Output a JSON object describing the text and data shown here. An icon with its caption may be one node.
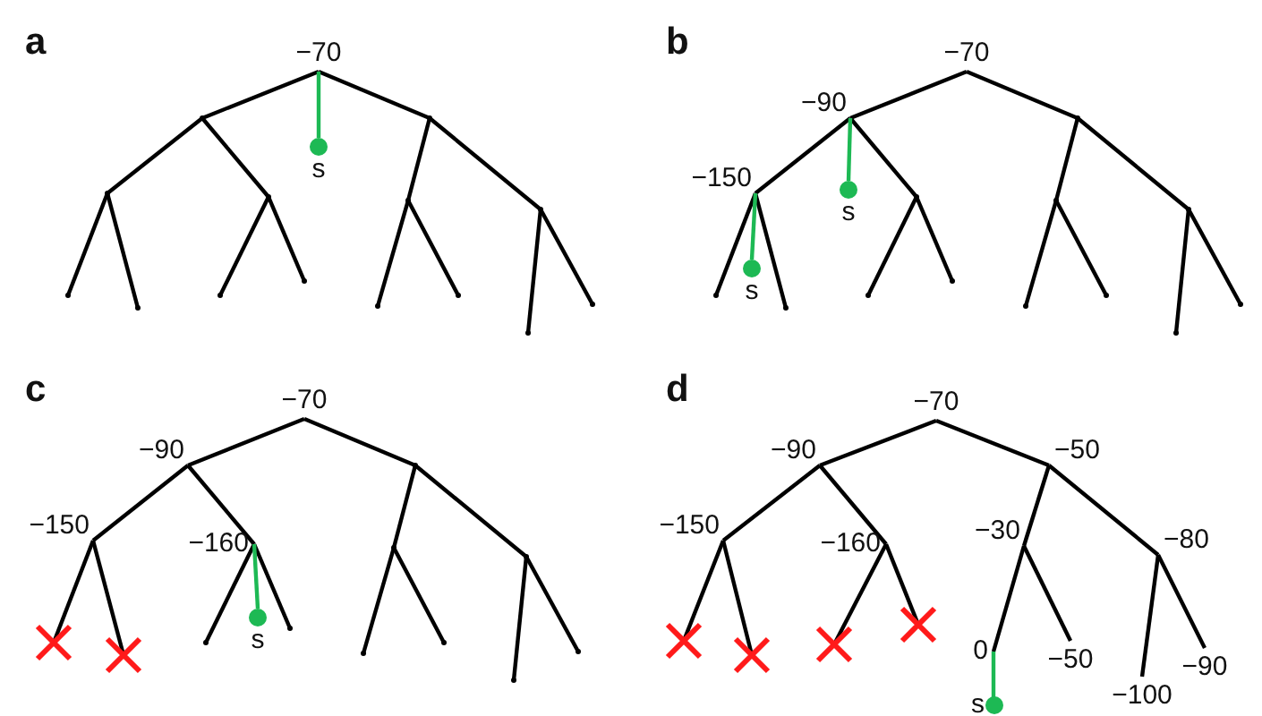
{
  "diagram": {
    "nodes": [
      {
        "text": [
          "−70"
        ]
      },
      {
        "text": [],
        "shape": "point"
      },
      {
        "text": [],
        "shape": "point"
      },
      {
        "text": [],
        "shape": "point"
      },
      {
        "text": [],
        "shape": "point"
      },
      {
        "text": [],
        "shape": "point"
      },
      {
        "text": [],
        "shape": "point"
      },
      {
        "text": [],
        "shape": "point"
      },
      {
        "text": [],
        "shape": "point"
      },
      {
        "text": [],
        "shape": "point"
      },
      {
        "text": [],
        "shape": "point"
      },
      {
        "text": [],
        "shape": "point"
      },
      {
        "text": [],
        "shape": "point"
      },
      {
        "text": [],
        "shape": "point"
      },
      {
        "text": [],
        "shape": "point"
      },
      {
        "text": [
          "s"
        ]
      },
      {
        "text": [
          "−70"
        ]
      },
      {
        "text": [
          "−90"
        ]
      },
      {
        "text": [],
        "shape": "point"
      },
      {
        "text": [
          "−150"
        ]
      },
      {
        "text": [],
        "shape": "point"
      },
      {
        "text": [],
        "shape": "point"
      },
      {
        "text": [],
        "shape": "point"
      },
      {
        "text": [],
        "shape": "point"
      },
      {
        "text": [],
        "shape": "point"
      },
      {
        "text": [],
        "shape": "point"
      },
      {
        "text": [],
        "shape": "point"
      },
      {
        "text": [],
        "shape": "point"
      },
      {
        "text": [],
        "shape": "point"
      },
      {
        "text": [],
        "shape": "point"
      },
      {
        "text": [],
        "shape": "point"
      },
      {
        "text": [
          "s"
        ]
      },
      {
        "text": [
          "s"
        ]
      },
      {
        "text": [
          "−70"
        ]
      },
      {
        "text": [
          "−90"
        ]
      },
      {
        "text": [],
        "shape": "point"
      },
      {
        "text": [
          "−150"
        ]
      },
      {
        "text": [
          "−160"
        ]
      },
      {
        "text": [],
        "shape": "point"
      },
      {
        "text": [],
        "shape": "point"
      },
      {
        "text": [],
        "shape": "cross"
      },
      {
        "text": [],
        "shape": "cross"
      },
      {
        "text": [],
        "shape": "point"
      },
      {
        "text": [],
        "shape": "point"
      },
      {
        "text": [],
        "shape": "point"
      },
      {
        "text": [],
        "shape": "point"
      },
      {
        "text": [],
        "shape": "point"
      },
      {
        "text": [],
        "shape": "point"
      },
      {
        "text": [
          "s"
        ]
      },
      {
        "text": [
          "−70"
        ]
      },
      {
        "text": [
          "−90"
        ]
      },
      {
        "text": [
          "−50"
        ]
      },
      {
        "text": [
          "−150"
        ]
      },
      {
        "text": [
          "−160"
        ]
      },
      {
        "text": [
          "−30"
        ]
      },
      {
        "text": [
          "−80"
        ]
      },
      {
        "text": [],
        "shape": "cross"
      },
      {
        "text": [],
        "shape": "cross"
      },
      {
        "text": [],
        "shape": "cross"
      },
      {
        "text": [],
        "shape": "cross"
      },
      {
        "text": [
          "0"
        ]
      },
      {
        "text": [
          "−50"
        ]
      },
      {
        "text": [
          "−100"
        ]
      },
      {
        "text": [
          "−90"
        ]
      },
      {
        "text": [
          "s"
        ]
      }
    ],
    "edges": [
      {
        "from": 0,
        "to": 1,
        "arrow": "none"
      },
      {
        "from": 0,
        "to": 2,
        "arrow": "none"
      },
      {
        "from": 1,
        "to": 3,
        "arrow": "none"
      },
      {
        "from": 1,
        "to": 4,
        "arrow": "none"
      },
      {
        "from": 2,
        "to": 5,
        "arrow": "none"
      },
      {
        "from": 2,
        "to": 6,
        "arrow": "none"
      },
      {
        "from": 3,
        "to": 7,
        "arrow": "none"
      },
      {
        "from": 3,
        "to": 8,
        "arrow": "none"
      },
      {
        "from": 4,
        "to": 9,
        "arrow": "none"
      },
      {
        "from": 4,
        "to": 10,
        "arrow": "none"
      },
      {
        "from": 5,
        "to": 11,
        "arrow": "none"
      },
      {
        "from": 5,
        "to": 12,
        "arrow": "none"
      },
      {
        "from": 6,
        "to": 13,
        "arrow": "none"
      },
      {
        "from": 6,
        "to": 14,
        "arrow": "none"
      },
      {
        "from": 0,
        "to": 15,
        "arrow": "none",
        "color": "#1db954"
      },
      {
        "from": 16,
        "to": 17,
        "arrow": "none"
      },
      {
        "from": 16,
        "to": 18,
        "arrow": "none"
      },
      {
        "from": 17,
        "to": 19,
        "arrow": "none"
      },
      {
        "from": 17,
        "to": 20,
        "arrow": "none"
      },
      {
        "from": 18,
        "to": 21,
        "arrow": "none"
      },
      {
        "from": 18,
        "to": 22,
        "arrow": "none"
      },
      {
        "from": 19,
        "to": 23,
        "arrow": "none"
      },
      {
        "from": 19,
        "to": 24,
        "arrow": "none"
      },
      {
        "from": 20,
        "to": 25,
        "arrow": "none"
      },
      {
        "from": 20,
        "to": 26,
        "arrow": "none"
      },
      {
        "from": 21,
        "to": 27,
        "arrow": "none"
      },
      {
        "from": 21,
        "to": 28,
        "arrow": "none"
      },
      {
        "from": 22,
        "to": 29,
        "arrow": "none"
      },
      {
        "from": 22,
        "to": 30,
        "arrow": "none"
      },
      {
        "from": 17,
        "to": 31,
        "arrow": "none",
        "color": "#1db954"
      },
      {
        "from": 19,
        "to": 32,
        "arrow": "none",
        "color": "#1db954"
      },
      {
        "from": 33,
        "to": 34,
        "arrow": "none"
      },
      {
        "from": 33,
        "to": 35,
        "arrow": "none"
      },
      {
        "from": 34,
        "to": 36,
        "arrow": "none"
      },
      {
        "from": 34,
        "to": 37,
        "arrow": "none"
      },
      {
        "from": 35,
        "to": 38,
        "arrow": "none"
      },
      {
        "from": 35,
        "to": 39,
        "arrow": "none"
      },
      {
        "from": 36,
        "to": 40,
        "arrow": "none"
      },
      {
        "from": 36,
        "to": 41,
        "arrow": "none"
      },
      {
        "from": 37,
        "to": 42,
        "arrow": "none"
      },
      {
        "from": 37,
        "to": 43,
        "arrow": "none"
      },
      {
        "from": 38,
        "to": 44,
        "arrow": "none"
      },
      {
        "from": 38,
        "to": 45,
        "arrow": "none"
      },
      {
        "from": 39,
        "to": 46,
        "arrow": "none"
      },
      {
        "from": 39,
        "to": 47,
        "arrow": "none"
      },
      {
        "from": 37,
        "to": 48,
        "arrow": "none",
        "color": "#1db954"
      },
      {
        "from": 49,
        "to": 50,
        "arrow": "none"
      },
      {
        "from": 49,
        "to": 51,
        "arrow": "none"
      },
      {
        "from": 50,
        "to": 52,
        "arrow": "none"
      },
      {
        "from": 50,
        "to": 53,
        "arrow": "none"
      },
      {
        "from": 51,
        "to": 54,
        "arrow": "none"
      },
      {
        "from": 51,
        "to": 55,
        "arrow": "none"
      },
      {
        "from": 52,
        "to": 56,
        "arrow": "none"
      },
      {
        "from": 52,
        "to": 57,
        "arrow": "none"
      },
      {
        "from": 53,
        "to": 58,
        "arrow": "none"
      },
      {
        "from": 53,
        "to": 59,
        "arrow": "none"
      },
      {
        "from": 54,
        "to": 60,
        "arrow": "none"
      },
      {
        "from": 54,
        "to": 61,
        "arrow": "none"
      },
      {
        "from": 55,
        "to": 62,
        "arrow": "none"
      },
      {
        "from": 55,
        "to": 63,
        "arrow": "none"
      },
      {
        "from": 60,
        "to": 64,
        "arrow": "none",
        "color": "#1db954"
      }
    ],
    "labels": [
      "a",
      "b",
      "c",
      "d"
    ]
  }
}
